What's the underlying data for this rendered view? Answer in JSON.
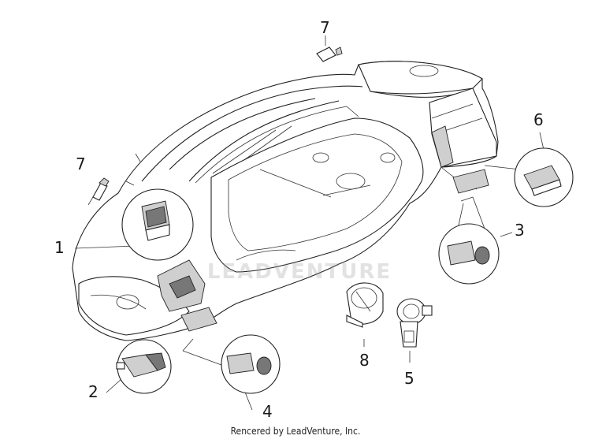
{
  "callouts": {
    "c1": "1",
    "c2": "2",
    "c3": "3",
    "c4": "4",
    "c5": "5",
    "c6": "6",
    "c7a": "7",
    "c7b": "7",
    "c8": "8"
  },
  "watermark": "LEADVENTURE",
  "credit": "Rencered by LeadVenture, Inc.",
  "colors": {
    "line": "#222222",
    "background": "#ffffff",
    "watermark": "#969696"
  }
}
